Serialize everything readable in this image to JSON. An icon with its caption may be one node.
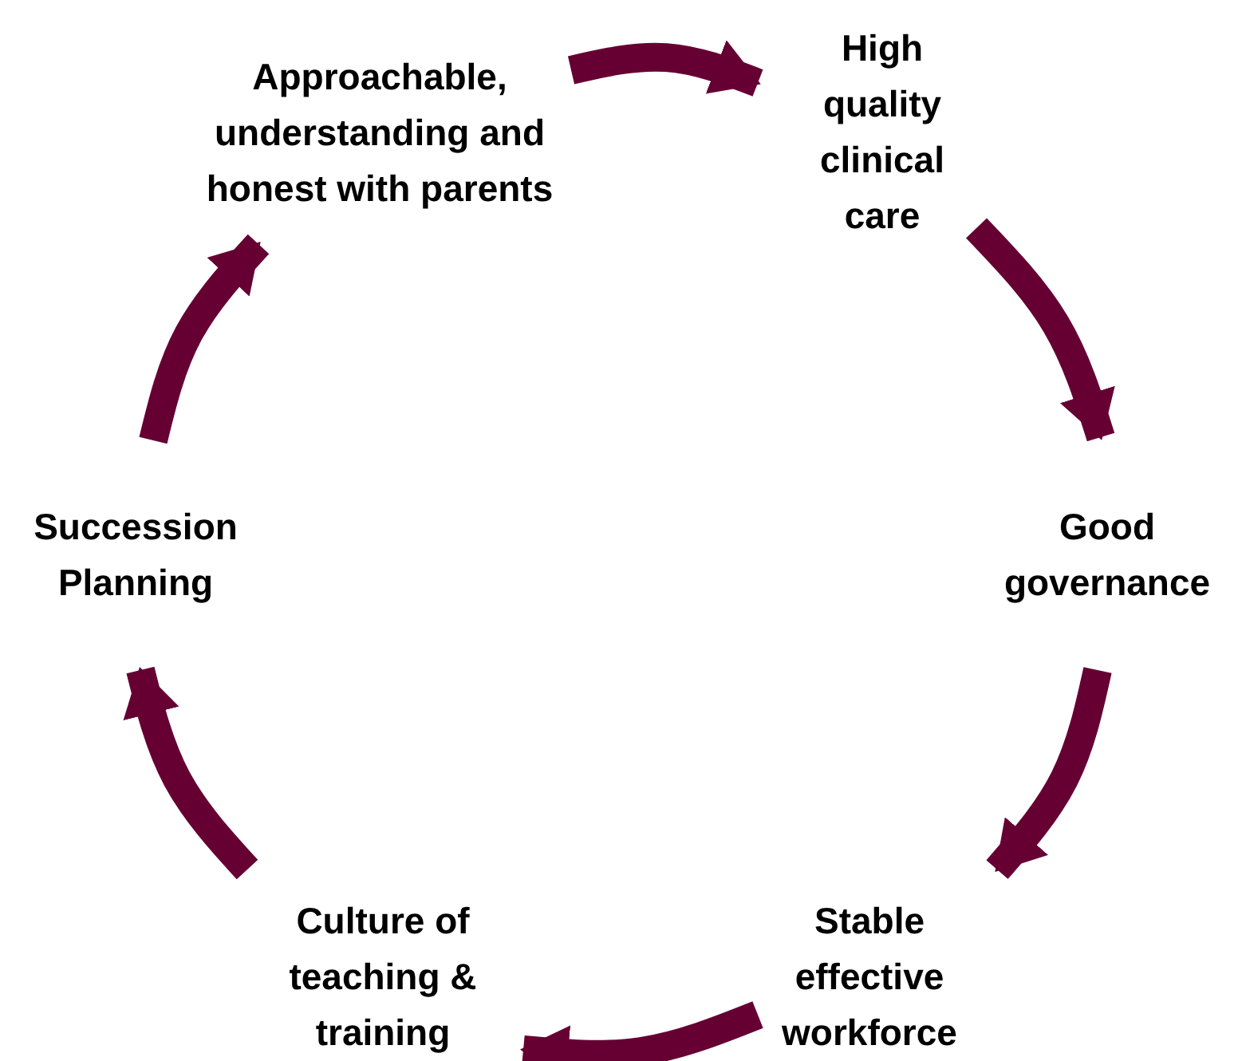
{
  "diagram": {
    "nodes": [
      {
        "text": [
          "Approachable, understanding and honest with parents"
        ]
      },
      {
        "text": [
          "High quality clinical care"
        ]
      },
      {
        "text": [
          "Good governance"
        ]
      },
      {
        "text": [
          "Stable effective workforce"
        ]
      },
      {
        "text": [
          "Culture of teaching & training"
        ]
      },
      {
        "text": [
          "Succession Planning"
        ]
      }
    ],
    "edges": [
      {
        "from": 0,
        "to": 1,
        "arrow": "to"
      },
      {
        "from": 1,
        "to": 2,
        "arrow": "to"
      },
      {
        "from": 2,
        "to": 3,
        "arrow": "to"
      },
      {
        "from": 3,
        "to": 4,
        "arrow": "to"
      },
      {
        "from": 4,
        "to": 5,
        "arrow": "to"
      },
      {
        "from": 5,
        "to": 0,
        "arrow": "to"
      }
    ]
  }
}
